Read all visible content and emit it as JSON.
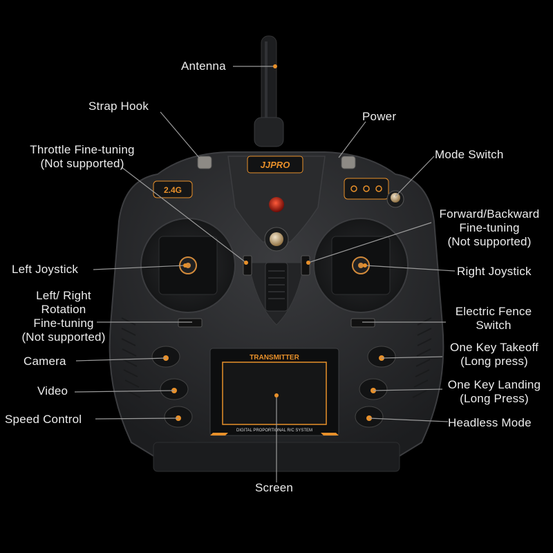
{
  "device": {
    "brand": "JJPRO",
    "band_badge": "2.4G",
    "screen_title": "TRANSMITTER",
    "screen_footer": "DIGITAL PROPORTIONAL R/C SYSTEM"
  },
  "callouts": {
    "antenna": "Antenna",
    "strap_hook": "Strap Hook",
    "power": "Power",
    "throttle_trim": [
      "Throttle Fine-tuning",
      "(Not supported)"
    ],
    "mode_switch": "Mode Switch",
    "fwd_back_trim": [
      "Forward/Backward",
      "Fine-tuning",
      "(Not supported)"
    ],
    "left_joystick": "Left Joystick",
    "right_joystick": "Right Joystick",
    "rotation_trim": [
      "Left/ Right",
      "Rotation",
      "Fine-tuning",
      "(Not supported)"
    ],
    "electric_fence": [
      "Electric Fence",
      "Switch"
    ],
    "camera": "Camera",
    "takeoff": [
      "One Key Takeoff",
      "(Long press)"
    ],
    "video": "Video",
    "landing": [
      "One Key Landing",
      "(Long Press)"
    ],
    "speed_control": "Speed Control",
    "headless_mode": "Headless Mode",
    "screen": "Screen"
  },
  "colors": {
    "accent": "#e8902a",
    "label_text": "#ececec",
    "leader_line": "#9a9a9a",
    "body": "#2b2c2e"
  }
}
